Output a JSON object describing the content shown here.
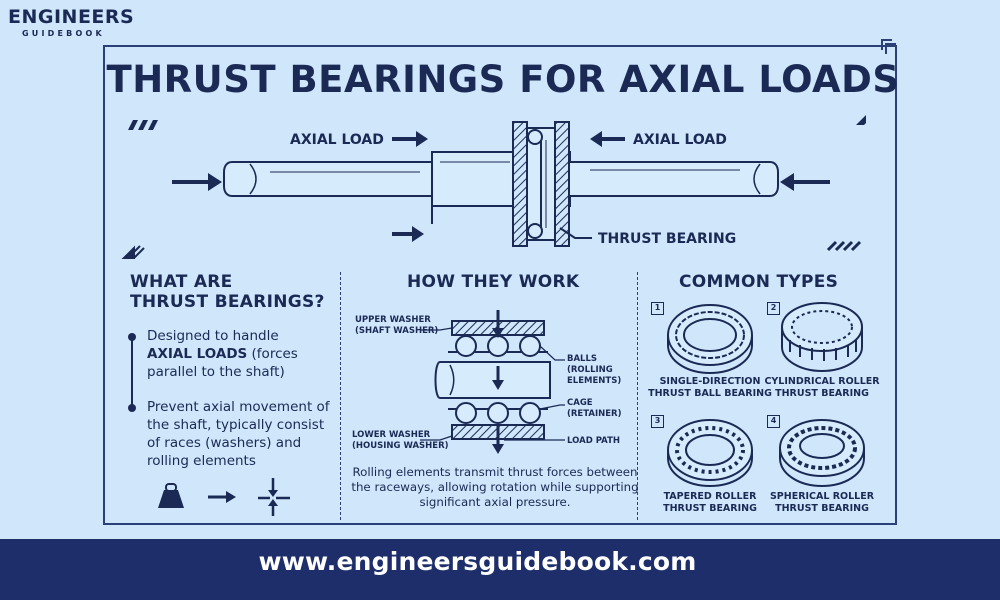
{
  "brand": {
    "name": "ENGINEERS",
    "sub": "GUIDEBOOK"
  },
  "title": "THRUST BEARINGS FOR AXIAL LOADS",
  "top_diagram": {
    "axial_load_left": "AXIAL LOAD",
    "axial_load_right": "AXIAL LOAD",
    "thrust_bearing": "THRUST BEARING"
  },
  "section_what": {
    "title_line1": "WHAT ARE",
    "title_line2": "THRUST BEARINGS?",
    "bullet1_pre": "Designed to handle",
    "bullet1_bold": "AXIAL LOADS",
    "bullet1_post": " (forces parallel to the shaft)",
    "bullet2": "Prevent axial movement of the shaft, typically consist of races (washers) and rolling elements"
  },
  "section_how": {
    "title": "HOW THEY WORK",
    "upper_washer_1": "UPPER WASHER",
    "upper_washer_2": "(SHAFT WASHER)",
    "lower_washer_1": "LOWER WASHER",
    "lower_washer_2": "(HOUSING WASHER)",
    "balls_1": "BALLS",
    "balls_2": "(ROLLING",
    "balls_3": "ELEMENTS)",
    "cage_1": "CAGE",
    "cage_2": "(RETAINER)",
    "load_path": "LOAD PATH",
    "description": "Rolling elements transmit thrust forces between the raceways, allowing rotation while supporting significant axial pressure."
  },
  "section_types": {
    "title": "COMMON TYPES",
    "types": [
      {
        "num": "1",
        "line1": "SINGLE-DIRECTION",
        "line2": "THRUST BALL BEARING"
      },
      {
        "num": "2",
        "line1": "CYLINDRICAL ROLLER",
        "line2": "THRUST BEARING"
      },
      {
        "num": "3",
        "line1": "TAPERED ROLLER",
        "line2": "THRUST BEARING"
      },
      {
        "num": "4",
        "line1": "SPHERICAL ROLLER",
        "line2": "THRUST BEARING"
      }
    ]
  },
  "footer": {
    "url": "www.engineersguidebook.com"
  },
  "colors": {
    "background": "#cfe6fb",
    "ink": "#1b2a55",
    "footer": "#1d2e6b",
    "footer_text": "#ffffff"
  }
}
